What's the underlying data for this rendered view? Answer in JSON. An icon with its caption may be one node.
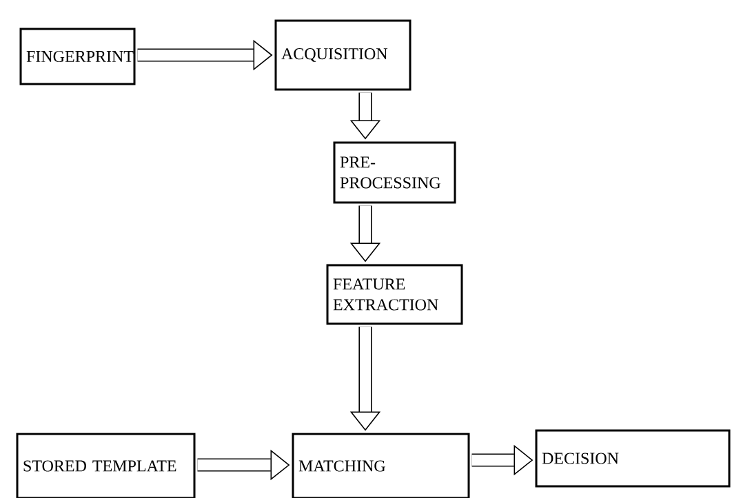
{
  "diagram": {
    "nodes": [
      {
        "text": [
          "FINGERPRINT"
        ]
      },
      {
        "text": [
          "ACQUISITION"
        ]
      },
      {
        "text": [
          "PRE-PROCESSING"
        ]
      },
      {
        "text": [
          "FEATURE EXTRACTION"
        ]
      },
      {
        "text": [
          "STORED TEMPLATE"
        ]
      },
      {
        "text": [
          "MATCHING"
        ]
      },
      {
        "text": [
          "DECISION"
        ]
      }
    ],
    "edges": [
      {
        "from": 0,
        "to": 1,
        "arrow": "to"
      },
      {
        "from": 1,
        "to": 2,
        "arrow": "to"
      },
      {
        "from": 2,
        "to": 3,
        "arrow": "to"
      },
      {
        "from": 3,
        "to": 5,
        "arrow": "to"
      },
      {
        "from": 4,
        "to": 5,
        "arrow": "to"
      },
      {
        "from": 5,
        "to": 6,
        "arrow": "to"
      }
    ]
  }
}
